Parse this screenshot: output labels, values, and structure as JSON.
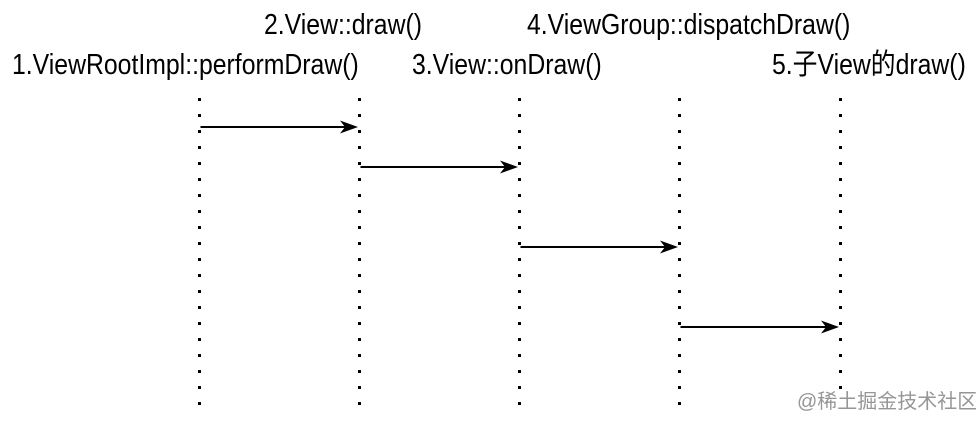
{
  "canvas": {
    "background": "#ffffff"
  },
  "diagram": {
    "type": "sequence",
    "participants": [
      {
        "id": "1",
        "label": "1.ViewRootImpl::performDraw()"
      },
      {
        "id": "2",
        "label": "2.View::draw()"
      },
      {
        "id": "3",
        "label": "3.View::onDraw()"
      },
      {
        "id": "4",
        "label": "4.ViewGroup::dispatchDraw()"
      },
      {
        "id": "5",
        "label": "5.子View的draw()"
      }
    ],
    "messages": [
      {
        "from": "1",
        "to": "2"
      },
      {
        "from": "2",
        "to": "3"
      },
      {
        "from": "3",
        "to": "4"
      },
      {
        "from": "4",
        "to": "5"
      }
    ],
    "colors": {
      "line": "#000000",
      "text": "#000000"
    }
  },
  "watermark": {
    "text": "@稀土掘金技术社区",
    "color": "#969696"
  }
}
